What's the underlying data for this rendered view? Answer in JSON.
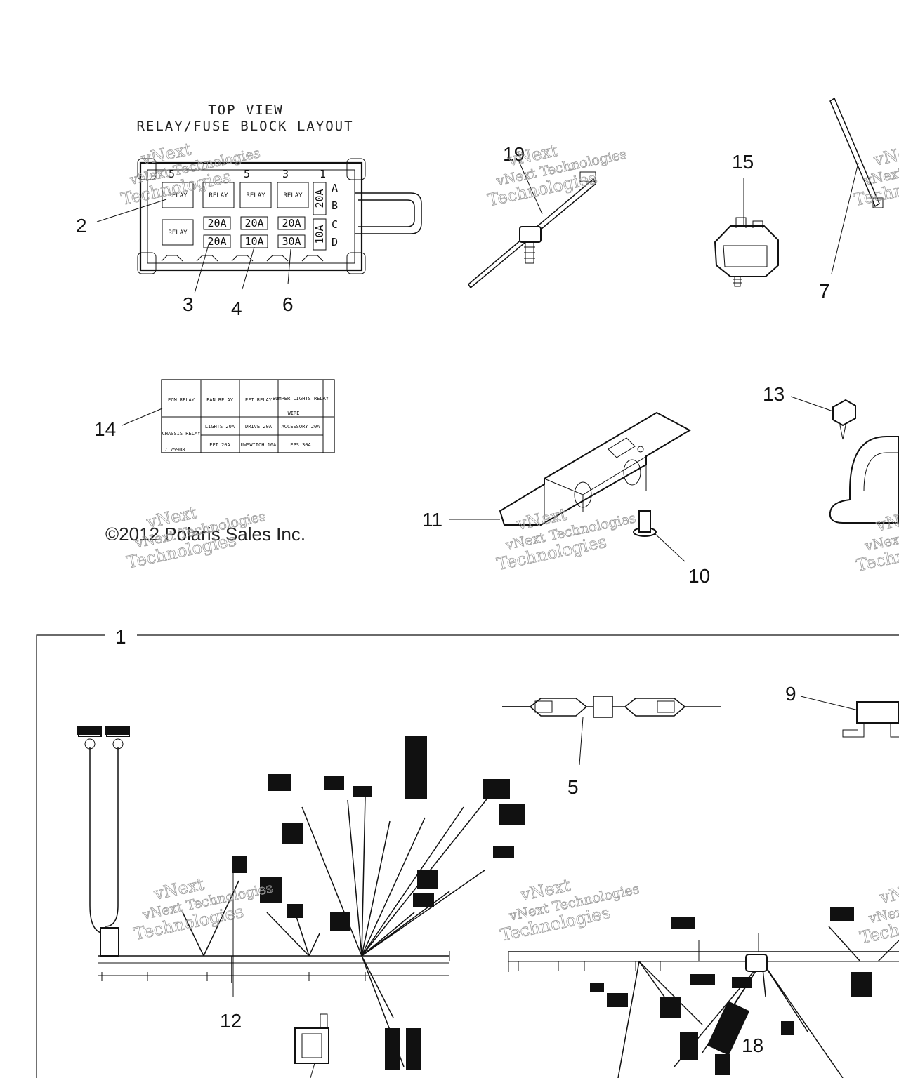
{
  "header": {
    "title_line1": "TOP VIEW",
    "title_line2": "RELAY/FUSE BLOCK LAYOUT"
  },
  "fuse_block": {
    "column_numbers": [
      "5",
      "3",
      "1"
    ],
    "row_letters": [
      "A",
      "B",
      "C",
      "D"
    ],
    "relay_label": "RELAY",
    "fuses_row1": [
      "20A",
      "20A",
      "20A"
    ],
    "fuses_row2": [
      "20A",
      "10A",
      "30A"
    ],
    "side_fuses": [
      "20A",
      "10A"
    ]
  },
  "fuse_table": {
    "top_row": [
      "ECM RELAY",
      "FAN RELAY",
      "EFI RELAY",
      "BUMPER LIGHTS RELAY"
    ],
    "wire_label": "WIRE",
    "chassis": "CHASSIS RELAY",
    "mid_row": [
      "LIGHTS 20A",
      "DRIVE 20A",
      "ACCESSORY 20A"
    ],
    "bot_row": [
      "EFI 20A",
      "UWSWITCH 10A",
      "EPS 30A"
    ],
    "part_no": "7175908"
  },
  "callouts": {
    "c1": "1",
    "c2": "2",
    "c3": "3",
    "c4": "4",
    "c5": "5",
    "c6": "6",
    "c7": "7",
    "c9": "9",
    "c10": "10",
    "c11": "11",
    "c12": "12",
    "c13": "13",
    "c14": "14",
    "c15": "15",
    "c18": "18",
    "c19": "19"
  },
  "copyright": "©2012 Polaris Sales Inc.",
  "watermark": {
    "line1": "vNext",
    "line2": "vNext Technologies",
    "line3": "Technologies"
  }
}
